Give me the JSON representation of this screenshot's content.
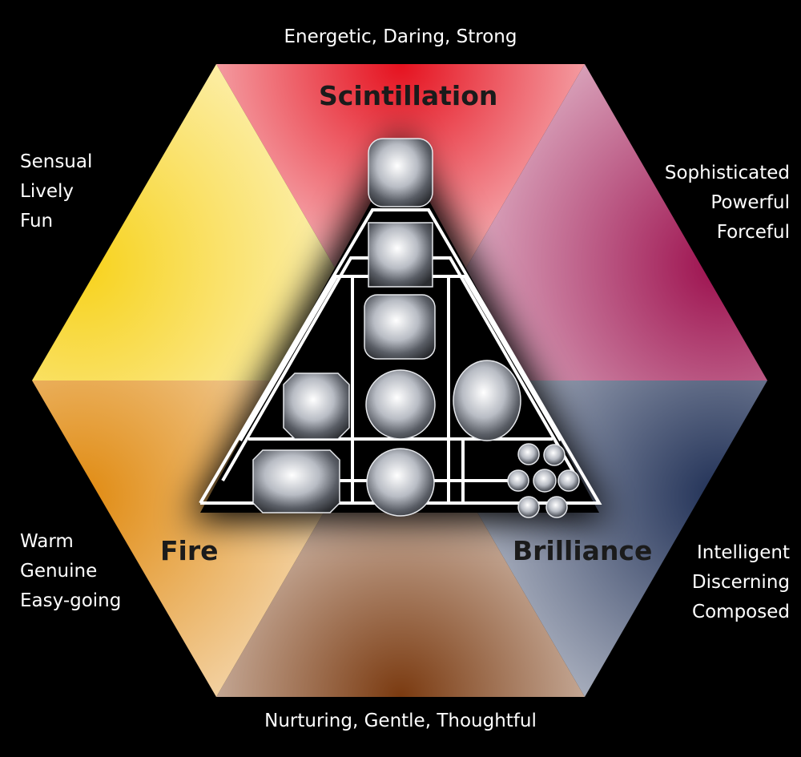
{
  "axes": {
    "top": "Scintillation",
    "left": "Fire",
    "right": "Brilliance"
  },
  "traits": {
    "top": "Energetic, Daring, Strong",
    "bottom": "Nurturing, Gentle, Thoughtful",
    "upper_left": [
      "Sensual",
      "Lively",
      "Fun"
    ],
    "upper_right": [
      "Sophisticated",
      "Powerful",
      "Forceful"
    ],
    "lower_left": [
      "Warm",
      "Genuine",
      "Easy-going"
    ],
    "lower_right": [
      "Intelligent",
      "Discerning",
      "Composed"
    ]
  },
  "sector_colors": {
    "top": "#e5121f",
    "upper_right": "#9c0f4d",
    "lower_right": "#1f2f55",
    "bottom": "#7a3a10",
    "lower_left": "#e08a10",
    "upper_left": "#f7d21a"
  },
  "diamonds": [
    {
      "name": "cushion-cut-diamond",
      "shape": "cushion"
    },
    {
      "name": "princess-cut-diamond",
      "shape": "square"
    },
    {
      "name": "cushion-brilliant-diamond",
      "shape": "cushion"
    },
    {
      "name": "asscher-cut-diamond",
      "shape": "octagon"
    },
    {
      "name": "round-brilliant-diamond",
      "shape": "round"
    },
    {
      "name": "oval-cut-diamond",
      "shape": "oval"
    },
    {
      "name": "emerald-cut-diamond",
      "shape": "emerald"
    },
    {
      "name": "round-brilliant-diamond-large",
      "shape": "round"
    },
    {
      "name": "cluster-melee-diamonds",
      "shape": "cluster"
    }
  ]
}
